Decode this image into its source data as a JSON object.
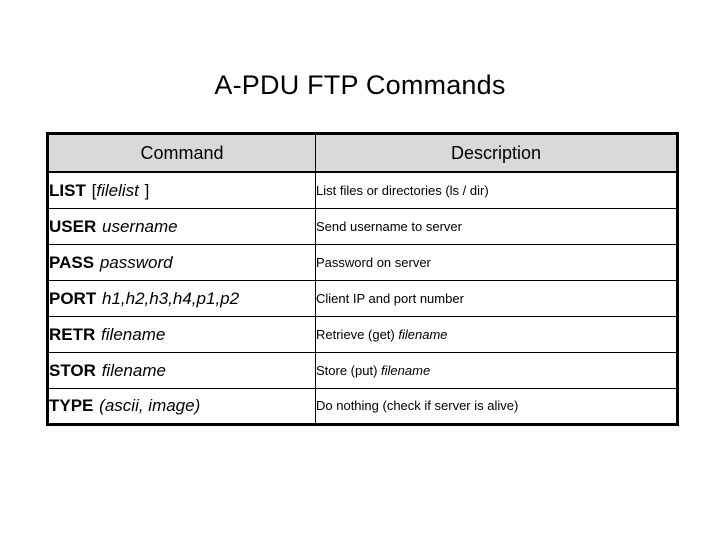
{
  "slide": {
    "title": "A-PDU FTP Commands",
    "background_color": "#ffffff",
    "text_color": "#000000"
  },
  "table": {
    "header_background": "#d9d9d9",
    "border_color": "#000000",
    "columns": [
      {
        "key": "command",
        "label": "Command"
      },
      {
        "key": "description",
        "label": "Description"
      }
    ],
    "rows": [
      {
        "command_name": "LIST",
        "command_arg": "filelist",
        "command_prefix": "[",
        "command_suffix": "]",
        "command_full": "LIST [filelist ]",
        "description_text": "List files or directories (ls / dir)",
        "description_em": ""
      },
      {
        "command_name": "USER",
        "command_arg": "username",
        "command_prefix": "",
        "command_suffix": "",
        "command_full": "USER username",
        "description_text": "Send username to server",
        "description_em": ""
      },
      {
        "command_name": "PASS",
        "command_arg": "password",
        "command_prefix": "",
        "command_suffix": "",
        "command_full": "PASS password",
        "description_text": "Password on server",
        "description_em": ""
      },
      {
        "command_name": "PORT",
        "command_arg": "h1,h2,h3,h4,p1,p2",
        "command_prefix": "",
        "command_suffix": "",
        "command_full": "PORT h1,h2,h3,h4,p1,p2",
        "description_text": "Client IP and port number",
        "description_em": ""
      },
      {
        "command_name": "RETR",
        "command_arg": "filename",
        "command_prefix": "",
        "command_suffix": "",
        "command_full": "RETR filename",
        "description_text": "Retrieve (get) ",
        "description_em": "filename"
      },
      {
        "command_name": "STOR",
        "command_arg": "filename",
        "command_prefix": "",
        "command_suffix": "",
        "command_full": "STOR filename",
        "description_text": "Store (put) ",
        "description_em": "filename"
      },
      {
        "command_name": "TYPE",
        "command_arg": "(ascii, image)",
        "command_prefix": "",
        "command_suffix": "",
        "command_full": "TYPE (ascii, image)",
        "description_text": "Do nothing (check if server is alive)",
        "description_em": ""
      }
    ]
  }
}
